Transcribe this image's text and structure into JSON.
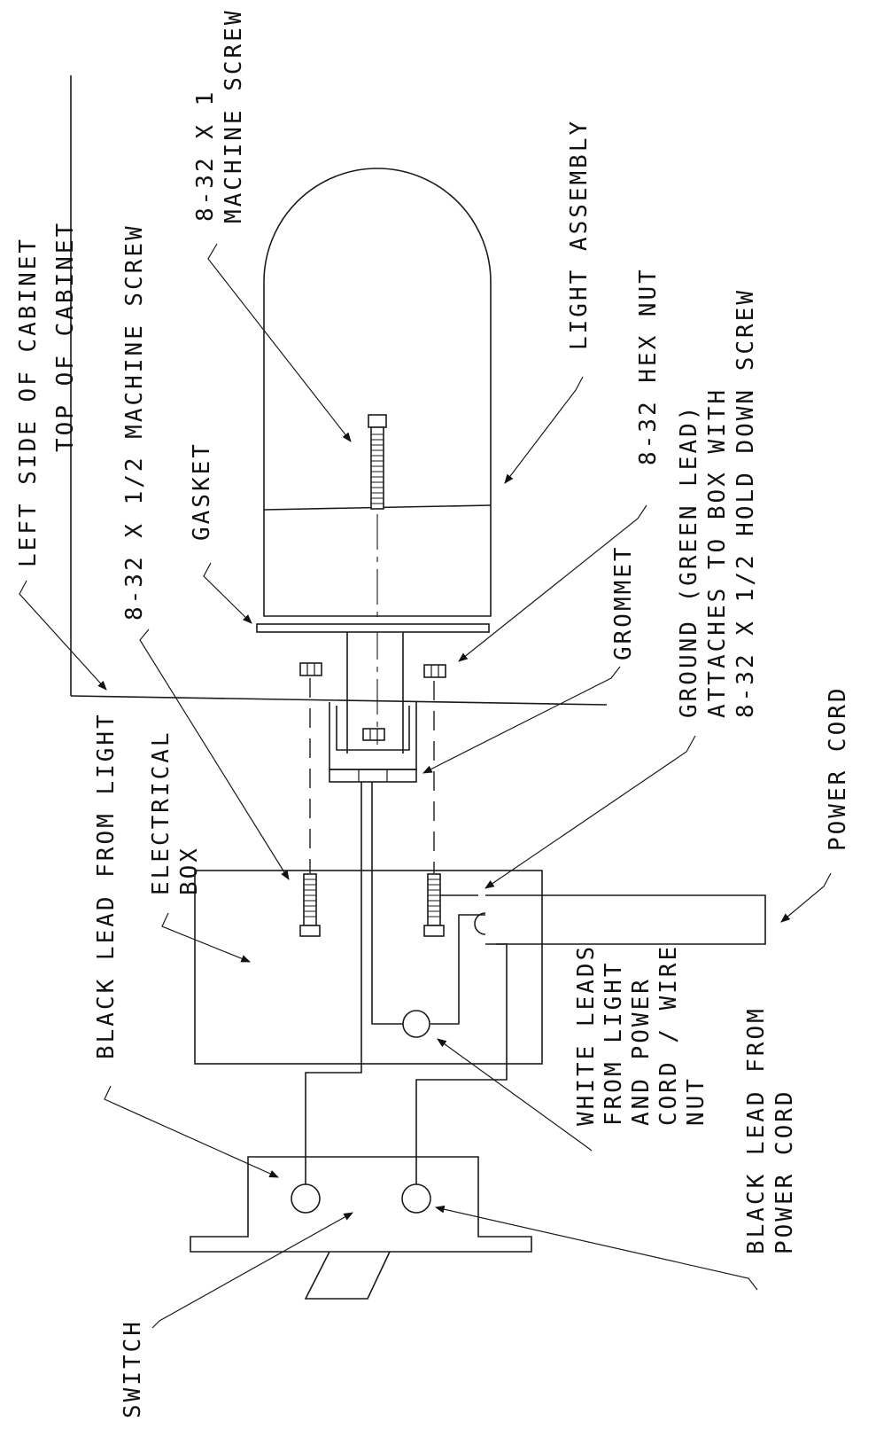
{
  "labels": {
    "left_side": "LEFT SIDE OF CABINET",
    "top_cabinet": "TOP OF CABINET",
    "screw_half": "8-32 X 1/2 MACHINE SCREW",
    "gasket": "GASKET",
    "screw_one_1": "8-32 X 1",
    "screw_one_2": "MACHINE SCREW",
    "light_assembly": "LIGHT ASSEMBLY",
    "hex_nut": "8-32 HEX NUT",
    "grommet": "GROMMET",
    "ground_1": "GROUND (GREEN LEAD)",
    "ground_2": "ATTACHES TO BOX WITH",
    "ground_3": "8-32 X 1/2 HOLD DOWN SCREW",
    "power_cord": "POWER CORD",
    "black_light": "BLACK LEAD FROM LIGHT",
    "elec_box_1": "ELECTRICAL",
    "elec_box_2": "BOX",
    "white_1": "WHITE LEADS",
    "white_2": "FROM LIGHT",
    "white_3": "AND POWER",
    "white_4": "CORD / WIRE",
    "white_5": "NUT",
    "black_power_1": "BLACK LEAD FROM",
    "black_power_2": "POWER CORD",
    "switch": "SWITCH"
  }
}
